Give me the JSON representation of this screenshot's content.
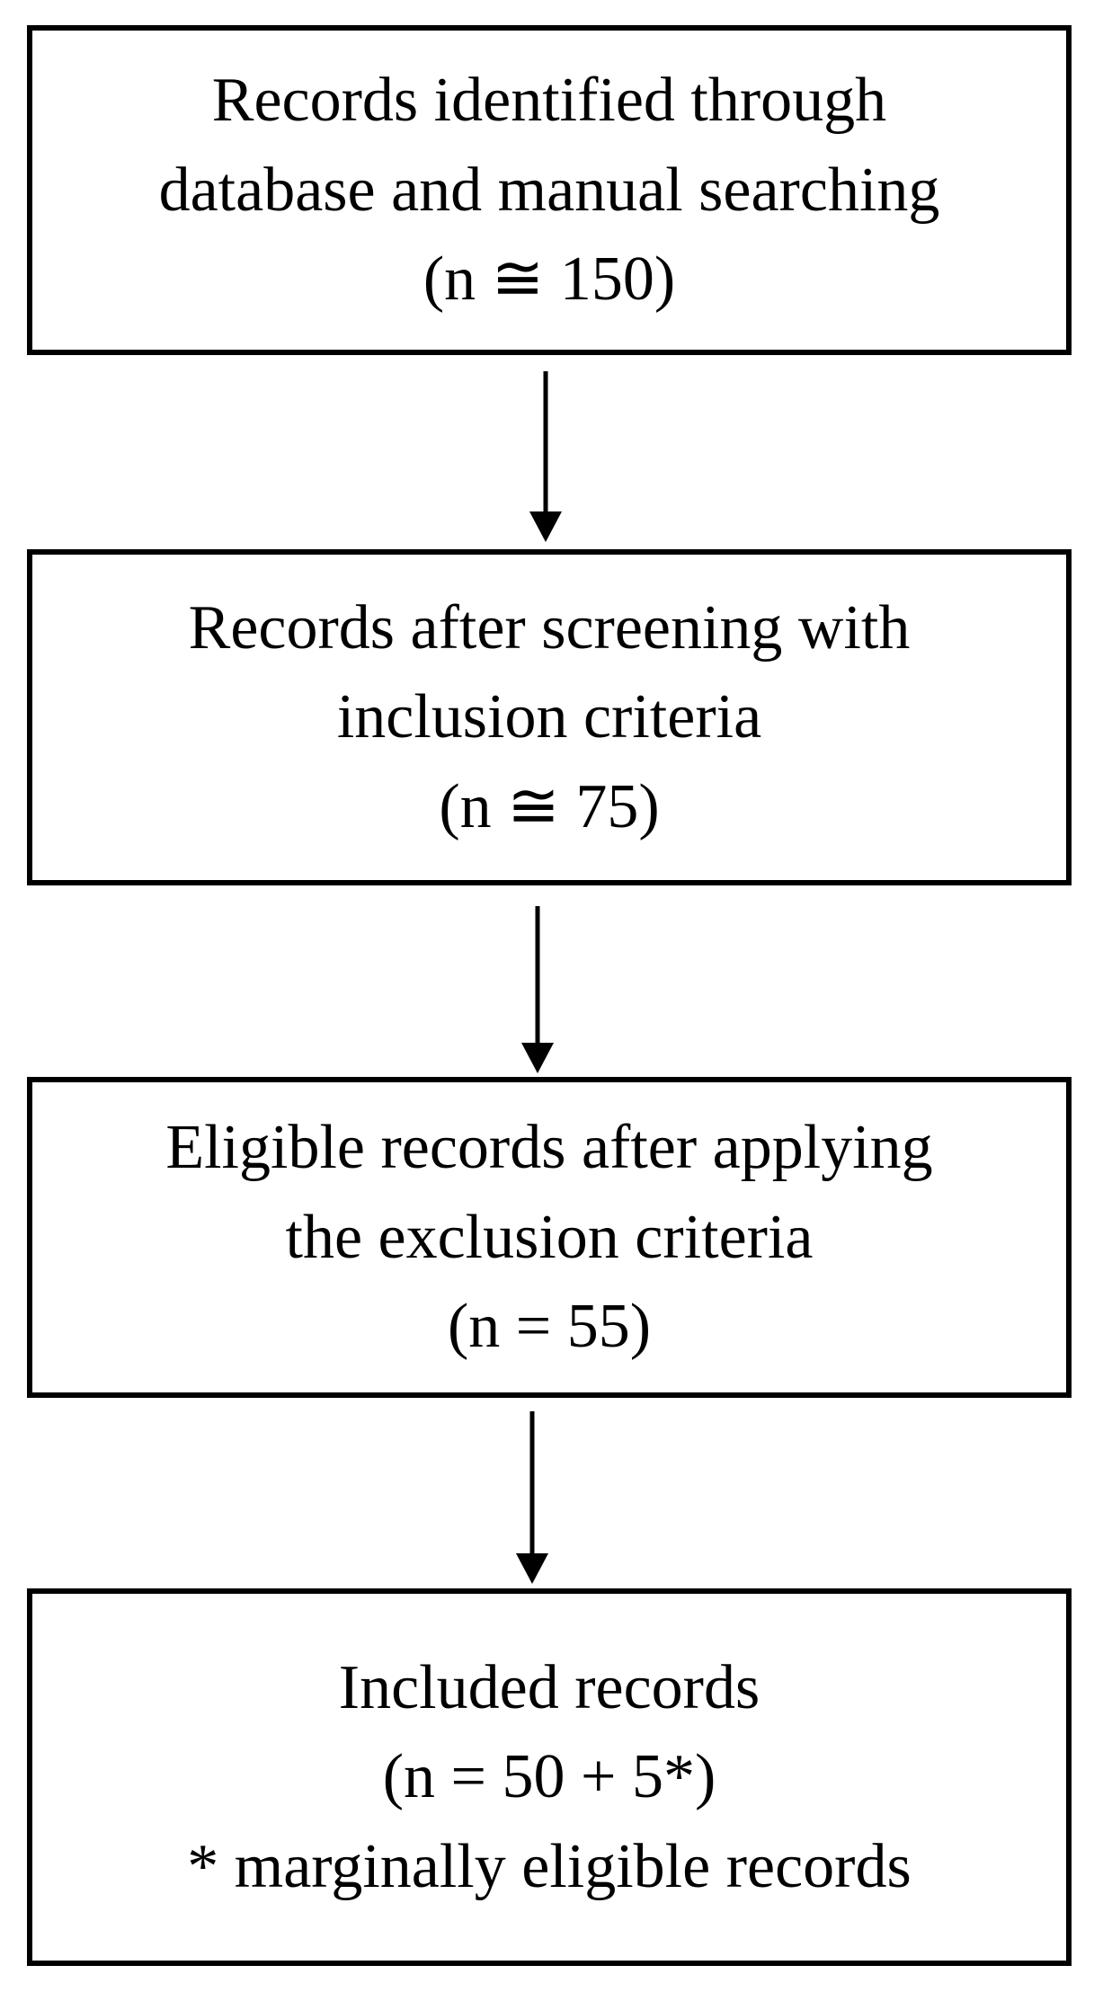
{
  "figure": {
    "type": "flowchart",
    "colors": {
      "border": "#000000",
      "background": "#ffffff",
      "text": "#000000",
      "arrow": "#000000"
    },
    "boxes": [
      {
        "id": "identification",
        "lines": [
          "Records identified through",
          "database and manual searching",
          "(n ≅ 150)"
        ]
      },
      {
        "id": "screening",
        "lines": [
          "Records after screening with",
          "inclusion criteria",
          "(n ≅ 75)"
        ]
      },
      {
        "id": "eligibility",
        "lines": [
          "Eligible records after applying",
          "the exclusion criteria",
          "(n = 55)"
        ]
      },
      {
        "id": "included",
        "lines": [
          "Included records",
          "(n = 50 + 5*)",
          "* marginally eligible records"
        ]
      }
    ],
    "arrows": [
      {
        "from": "identification",
        "to": "screening"
      },
      {
        "from": "screening",
        "to": "eligibility"
      },
      {
        "from": "eligibility",
        "to": "included"
      }
    ]
  }
}
